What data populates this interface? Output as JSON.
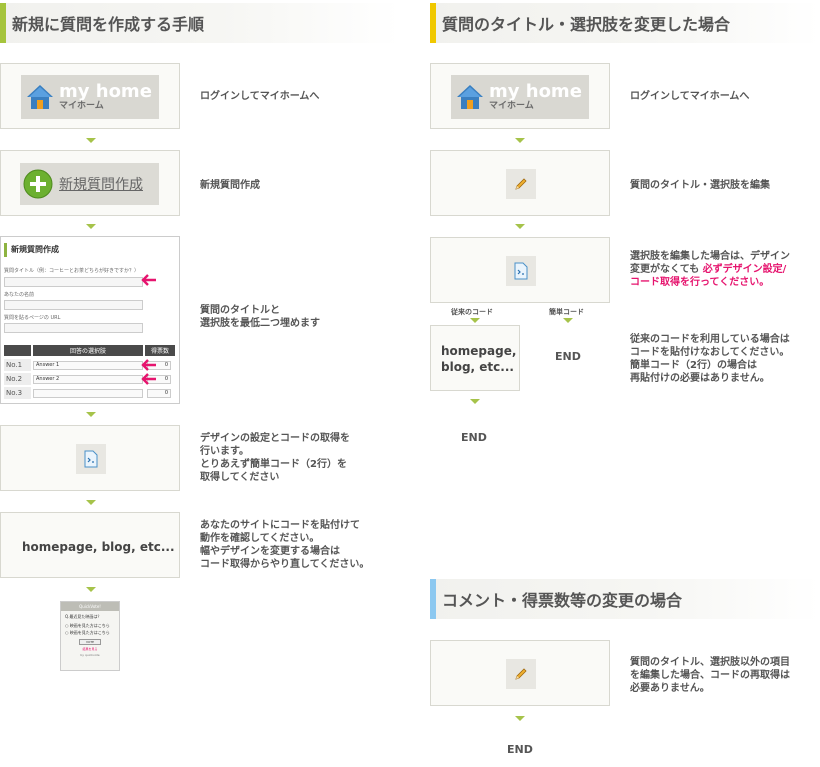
{
  "left": {
    "heading": "新規に質問を作成する手順",
    "accent": "#a5c43c",
    "myhome": {
      "title": "my home",
      "sub": "マイホーム"
    },
    "newq_label": "新規質問作成",
    "form": {
      "title": "新規質問作成",
      "q_label": "質問タイトル（例：コーヒーとお茶どちらが好きですか？）",
      "name_label": "あなたの名前",
      "url_label": "質問を貼るページの URL",
      "col_choices": "回答の選択肢",
      "col_votes": "得票数",
      "rows": [
        {
          "no": "No.1",
          "answer": "Answer 1",
          "count": "0"
        },
        {
          "no": "No.2",
          "answer": "Answer 2",
          "count": "0"
        },
        {
          "no": "No.3",
          "answer": "",
          "count": "0"
        }
      ]
    },
    "homepage": "homepage, blog, etc...",
    "widget": {
      "header": "QuickVote!",
      "question": "Q.最近見た映画は？",
      "opt1": "映画を見た方はこちら",
      "opt2": "映画を見た方はこちら",
      "button": "VOTE",
      "link": "結果を見る",
      "footer": "by quickvote"
    },
    "desc1": [
      "ログインしてマイホームへ"
    ],
    "desc2": [
      "新規質問作成"
    ],
    "desc3": [
      "質問のタイトルと",
      "選択肢を最低二つ埋めます"
    ],
    "desc4": [
      "デザインの設定とコードの取得を",
      "行います。",
      "とりあえず簡単コード（2行）を",
      "取得してください"
    ],
    "desc5": [
      "あなたのサイトにコードを貼付けて",
      "動作を確認してください。",
      "幅やデザインを変更する場合は",
      "コード取得からやり直してください。"
    ]
  },
  "right": {
    "heading": "質問のタイトル・選択肢を変更した場合",
    "accent": "#f0c800",
    "myhome": {
      "title": "my home",
      "sub": "マイホーム"
    },
    "desc1": [
      "ログインしてマイホームへ"
    ],
    "desc2": [
      "質問のタイトル・選択肢を編集"
    ],
    "desc3_plain_1": "選択肢を編集した場合は、デザイン",
    "desc3_plain_2": "変更がなくても",
    "desc3_pink_1": "必ずデザイン設定/",
    "desc3_pink_2": "コード取得を行ってください。",
    "branch_left": "従来のコード",
    "branch_right": "簡単コード",
    "homepage_l1": "homepage,",
    "homepage_l2": "blog, etc...",
    "end": "END",
    "end_bottom": "END",
    "desc4": [
      "従来のコードを利用している場合は",
      "コードを貼付けなおしてください。",
      "簡単コード（2行）の場合は",
      "再貼付けの必要はありません。"
    ]
  },
  "comment": {
    "heading": "コメント・得票数等の変更の場合",
    "accent": "#8cc8f0",
    "desc": [
      "質問のタイトル、選択肢以外の項目",
      "を編集した場合、コードの再取得は",
      "必要ありません。"
    ],
    "end": "END"
  }
}
